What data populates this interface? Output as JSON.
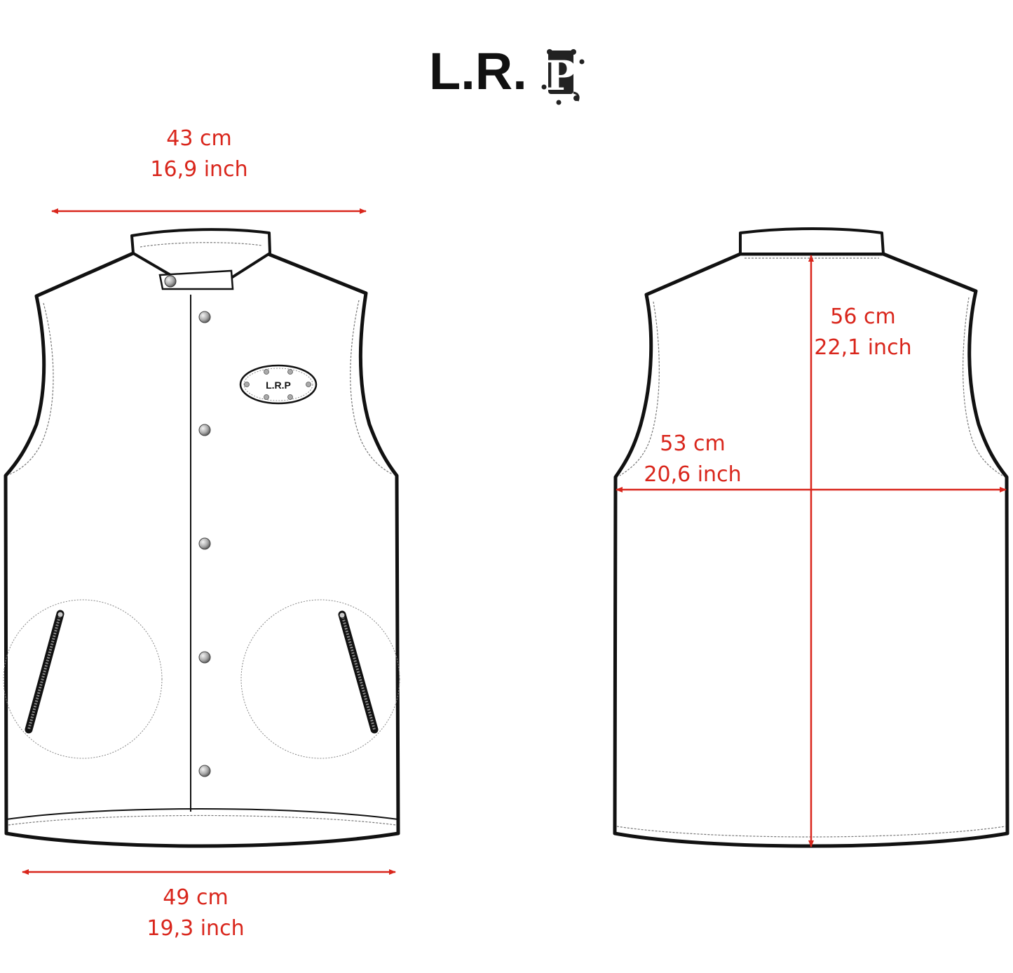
{
  "brand": {
    "wordmark": "L.R.",
    "monogram": "P",
    "patch_text": "L.R.P"
  },
  "colors": {
    "measure": "#d9261c",
    "outline": "#111111",
    "stitch": "#777777",
    "snap": "#9a9a9a"
  },
  "front_view": {
    "shoulder_width": {
      "cm": "43 cm",
      "inch": "16,9 inch"
    },
    "hem_width": {
      "cm": "49 cm",
      "inch": "19,3 inch"
    }
  },
  "back_view": {
    "body_length": {
      "cm": "56 cm",
      "inch": "22,1 inch"
    },
    "chest_width": {
      "cm": "53 cm",
      "inch": "20,6 inch"
    }
  }
}
